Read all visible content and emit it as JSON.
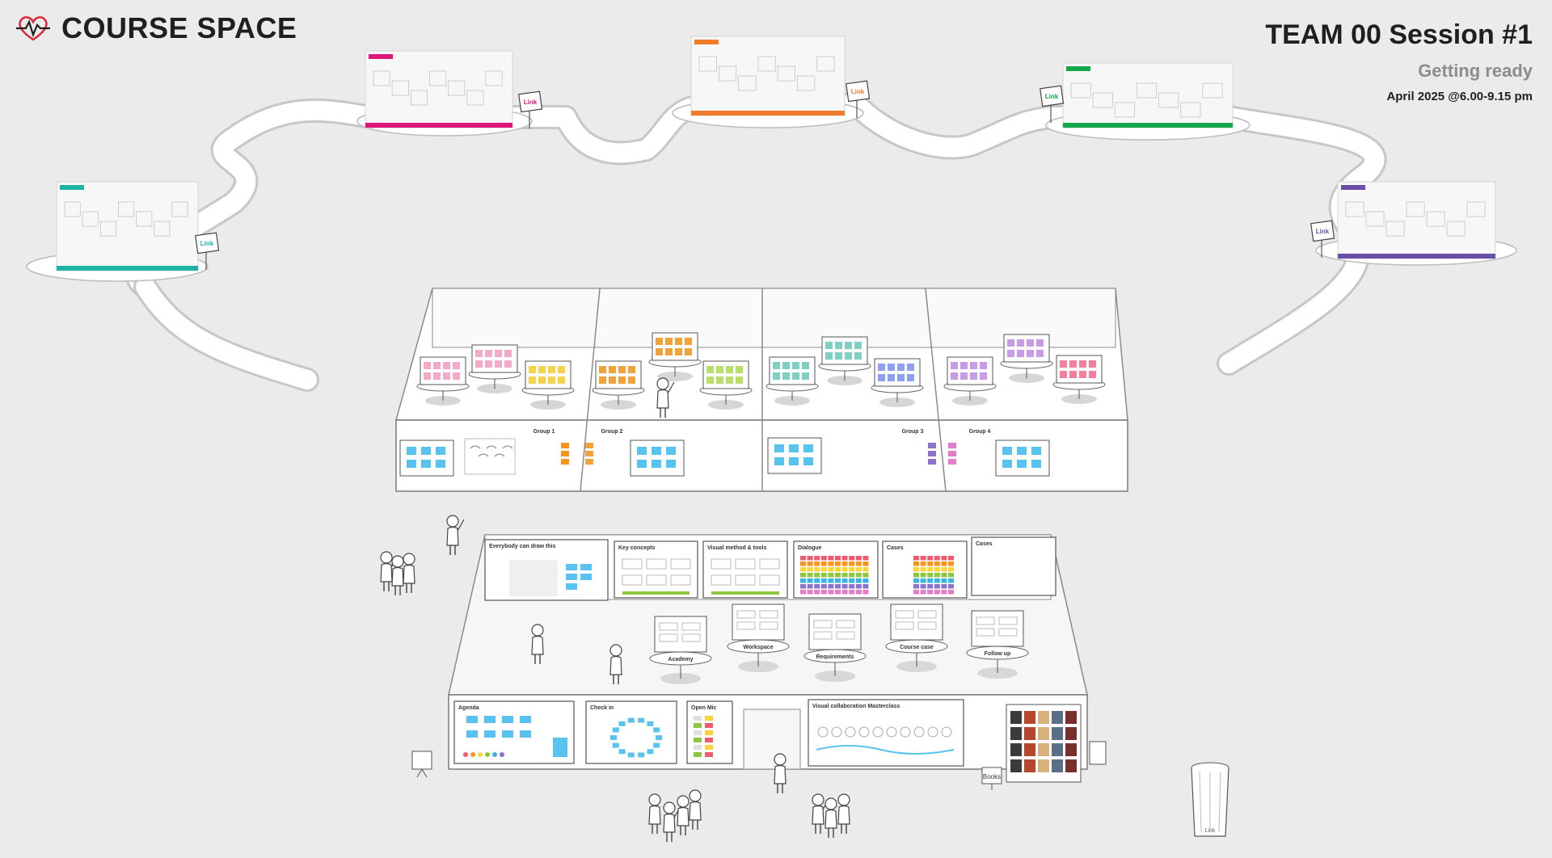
{
  "app": {
    "brand": "COURSE SPACE",
    "brand_icon": "pulse-heart-icon"
  },
  "header": {
    "title": "TEAM 00 Session #1",
    "subtitle": "Getting ready",
    "date": "April 2025 @6.00-9.15 pm"
  },
  "sessions": [
    {
      "link_label": "Link",
      "accent": "#1fb3a6"
    },
    {
      "link_label": "Link",
      "accent": "#e0177a"
    },
    {
      "link_label": "Link",
      "accent": "#f07b2b"
    },
    {
      "link_label": "Link",
      "accent": "#13a64b"
    },
    {
      "link_label": "Link",
      "accent": "#6b4ea8"
    }
  ],
  "group_rooms": {
    "labels": [
      "Group 1",
      "Group 2",
      "Group 3",
      "Group 4"
    ],
    "colors": [
      "#f4a9c8",
      "#f5d34a",
      "#f2a23b",
      "#b7df6a",
      "#7fd0c1",
      "#8ea0f0",
      "#c79be6",
      "#f37f9a"
    ]
  },
  "main_room": {
    "wall_boards": [
      "Everybody can draw this",
      "Key concepts",
      "Visual method & tools",
      "Dialogue",
      "Cases",
      "Cases"
    ],
    "stations": [
      "Academy",
      "Workspace",
      "Requirements",
      "Course case",
      "Follow up"
    ],
    "front_boards": [
      "Agenda",
      "Check in",
      "Open Mic",
      "Visual collaboration Masterclass"
    ],
    "books_label": "Books",
    "bin_label": "Link",
    "rainbow_colors": [
      "#f05a6e",
      "#f7941d",
      "#fbd33b",
      "#8dc63f",
      "#38b4e6",
      "#8c73cc",
      "#e37dc8"
    ]
  }
}
